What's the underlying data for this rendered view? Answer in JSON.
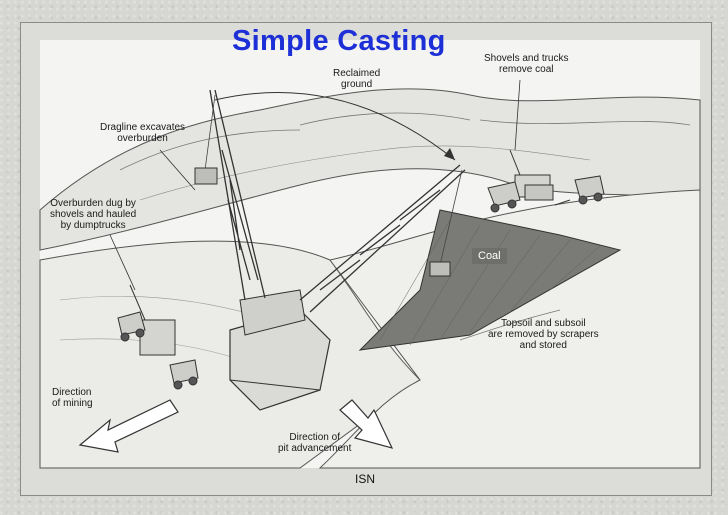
{
  "slide": {
    "title": "Simple Casting",
    "footer": "ISN"
  },
  "labels": {
    "shovels_trucks": [
      "Shovels and trucks",
      "remove coal"
    ],
    "reclaimed": [
      "Reclaimed",
      "ground"
    ],
    "dragline": [
      "Dragline excavates",
      "overburden"
    ],
    "overburden_dug": [
      "Overburden dug by",
      "shovels and hauled",
      "by dumptrucks"
    ],
    "coal": "Coal",
    "topsoil": [
      "Topsoil and subsoil",
      "are removed by scrapers",
      "and stored"
    ],
    "direction_mining": [
      "Direction",
      "of mining"
    ],
    "direction_pit": [
      "Direction of",
      "pit advancement"
    ]
  },
  "colors": {
    "title": "#1d2fd6",
    "coal": "#6e6e6a",
    "frame_border": "#8a8a86"
  }
}
